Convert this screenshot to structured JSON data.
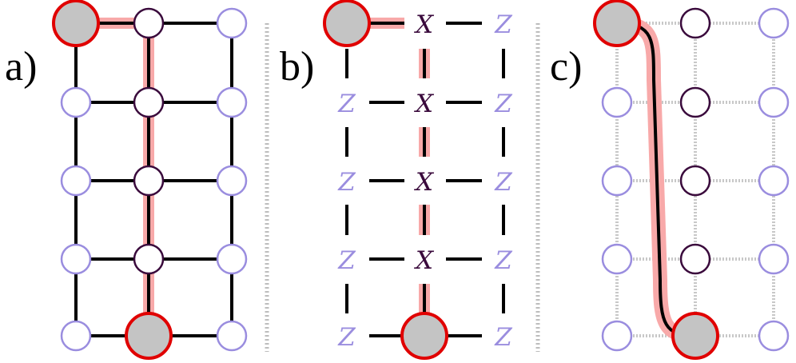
{
  "panels": [
    {
      "id": "a",
      "label": "a)"
    },
    {
      "id": "b",
      "label": "b)"
    },
    {
      "id": "c",
      "label": "c)"
    }
  ],
  "operators": {
    "x": "X",
    "z": "Z"
  },
  "colors": {
    "highlight": "#f8a9a9",
    "endpoint_fill": "#c4c4c4",
    "endpoint_stroke": "#e00000",
    "edge_qubit_stroke": "#9a8ddf",
    "middle_qubit_stroke": "#3a0a3c",
    "middle_operator": "#3a0a3c",
    "edge_operator": "#9a8ddf",
    "separator": "#bdbdbd",
    "lattice_line": "#000000",
    "dotted_line": "#c8c8c8"
  }
}
